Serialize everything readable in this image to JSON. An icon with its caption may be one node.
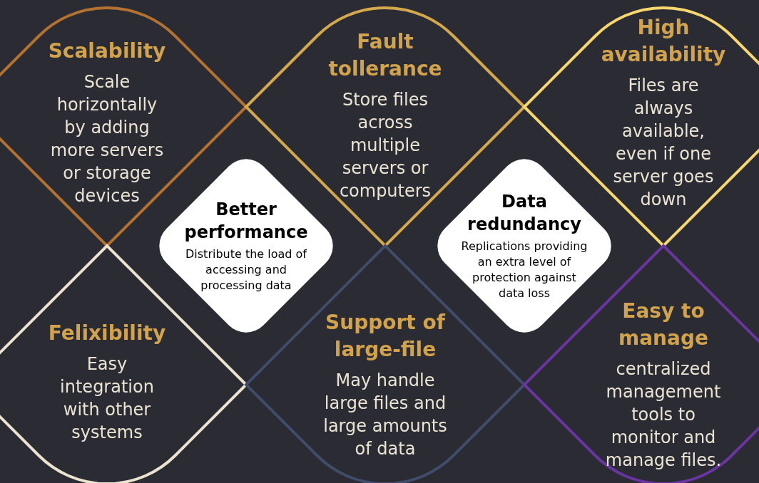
{
  "diagram": {
    "nodes": [
      {
        "text": [
          "Scalability",
          "Scale horizontally by adding more servers or storage devices"
        ]
      },
      {
        "text": [
          "Fault tollerance",
          "Store files across multiple servers or computers"
        ]
      },
      {
        "text": [
          "High availability",
          "Files are always available, even if one server goes down"
        ]
      },
      {
        "text": [
          "Better performance",
          "Distribute the load of accessing and processing data"
        ]
      },
      {
        "text": [
          "Data redundancy",
          "Replications providing an extra level of protection against data loss"
        ]
      },
      {
        "text": [
          "Felixibility",
          "Easy integration with other systems"
        ]
      },
      {
        "text": [
          "Support of large-file",
          "May handle large files and large amounts of data"
        ]
      },
      {
        "text": [
          "Easy to manage",
          "centralized management tools to monitor and manage files."
        ]
      }
    ]
  }
}
